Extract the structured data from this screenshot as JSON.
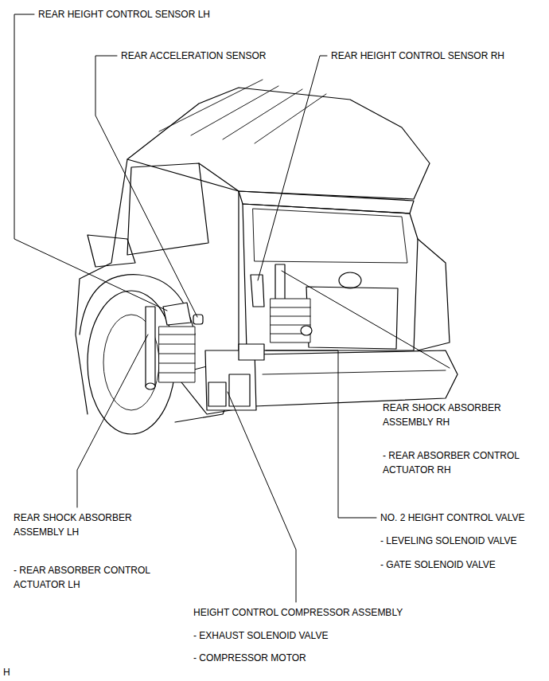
{
  "diagram": {
    "labels": [
      "REAR HEIGHT CONTROL SENSOR LH",
      "REAR ACCELERATION SENSOR",
      "REAR HEIGHT CONTROL SENSOR RH",
      "REAR SHOCK ABSORBER ASSEMBLY RH",
      "- REAR ABSORBER CONTROL ACTUATOR RH",
      "NO. 2 HEIGHT CONTROL VALVE",
      "- LEVELING SOLENOID VALVE",
      "- GATE SOLENOID VALVE",
      "REAR SHOCK ABSORBER ASSEMBLY LH",
      "- REAR ABSORBER CONTROL ACTUATOR LH",
      "HEIGHT CONTROL COMPRESSOR ASSEMBLY",
      "- EXHAUST SOLENOID VALVE",
      "- COMPRESSOR MOTOR",
      "H"
    ]
  }
}
